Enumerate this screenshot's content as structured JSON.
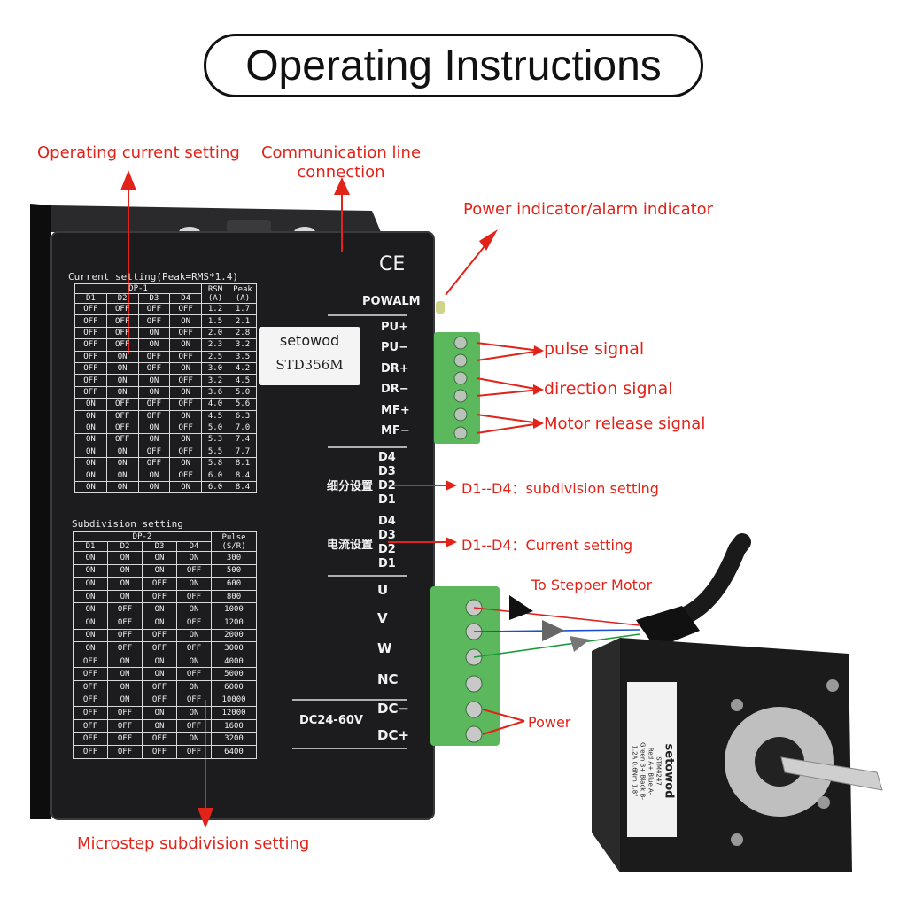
{
  "title": "Operating Instructions",
  "annotations": {
    "operating_current": "Operating current setting",
    "comm_line_1": "Communication line",
    "comm_line_2": "connection",
    "power_indicator": "Power indicator/alarm indicator",
    "pulse_signal": "pulse signal",
    "direction_signal": "direction signal",
    "motor_release": "Motor release signal",
    "subdivision_setting": "D1--D4：subdivision setting",
    "current_setting": "D1--D4：Current setting",
    "to_stepper_motor": "To Stepper Motor",
    "power": "Power",
    "microstep": "Microstep subdivision setting"
  },
  "driver": {
    "ce_mark": "CE",
    "brand": "setowod",
    "model": "STD356M",
    "pow_alm": "POWALM",
    "signal_terminals": [
      "PU+",
      "PU−",
      "DR+",
      "DR−",
      "MF+",
      "MF−"
    ],
    "subdiv_label": "细分设置",
    "current_label": "电流设置",
    "dip_subdiv": [
      "D4",
      "D3",
      "D2",
      "D1"
    ],
    "dip_current": [
      "D4",
      "D3",
      "D2",
      "D1"
    ],
    "power_terminals": [
      "U",
      "V",
      "W",
      "NC",
      "DC−",
      "DC+"
    ],
    "voltage": "DC24-60V",
    "current_table": {
      "title": "Current setting(Peak=RMS*1.4)",
      "group_header": "DP-1",
      "headers": [
        "D1",
        "D2",
        "D3",
        "D4"
      ],
      "rsm_header": "RSM (A)",
      "peak_header": "Peak (A)",
      "rows": [
        [
          "OFF",
          "OFF",
          "OFF",
          "OFF",
          "1.2",
          "1.7"
        ],
        [
          "OFF",
          "OFF",
          "OFF",
          "ON",
          "1.5",
          "2.1"
        ],
        [
          "OFF",
          "OFF",
          "ON",
          "OFF",
          "2.0",
          "2.8"
        ],
        [
          "OFF",
          "OFF",
          "ON",
          "ON",
          "2.3",
          "3.2"
        ],
        [
          "OFF",
          "ON",
          "OFF",
          "OFF",
          "2.5",
          "3.5"
        ],
        [
          "OFF",
          "ON",
          "OFF",
          "ON",
          "3.0",
          "4.2"
        ],
        [
          "OFF",
          "ON",
          "ON",
          "OFF",
          "3.2",
          "4.5"
        ],
        [
          "OFF",
          "ON",
          "ON",
          "ON",
          "3.6",
          "5.0"
        ],
        [
          "ON",
          "OFF",
          "OFF",
          "OFF",
          "4.0",
          "5.6"
        ],
        [
          "ON",
          "OFF",
          "OFF",
          "ON",
          "4.5",
          "6.3"
        ],
        [
          "ON",
          "OFF",
          "ON",
          "OFF",
          "5.0",
          "7.0"
        ],
        [
          "ON",
          "OFF",
          "ON",
          "ON",
          "5.3",
          "7.4"
        ],
        [
          "ON",
          "ON",
          "OFF",
          "OFF",
          "5.5",
          "7.7"
        ],
        [
          "ON",
          "ON",
          "OFF",
          "ON",
          "5.8",
          "8.1"
        ],
        [
          "ON",
          "ON",
          "ON",
          "OFF",
          "6.0",
          "8.4"
        ],
        [
          "ON",
          "ON",
          "ON",
          "ON",
          "6.0",
          "8.4"
        ]
      ]
    },
    "subdivision_table": {
      "title": "Subdivision setting",
      "group_header": "DP-2",
      "headers": [
        "D1",
        "D2",
        "D3",
        "D4"
      ],
      "pulse_header": "Pulse (S/R)",
      "rows": [
        [
          "ON",
          "ON",
          "ON",
          "ON",
          "300"
        ],
        [
          "ON",
          "ON",
          "ON",
          "OFF",
          "500"
        ],
        [
          "ON",
          "ON",
          "OFF",
          "ON",
          "600"
        ],
        [
          "ON",
          "ON",
          "OFF",
          "OFF",
          "800"
        ],
        [
          "ON",
          "OFF",
          "ON",
          "ON",
          "1000"
        ],
        [
          "ON",
          "OFF",
          "ON",
          "OFF",
          "1200"
        ],
        [
          "ON",
          "OFF",
          "OFF",
          "ON",
          "2000"
        ],
        [
          "ON",
          "OFF",
          "OFF",
          "OFF",
          "3000"
        ],
        [
          "OFF",
          "ON",
          "ON",
          "ON",
          "4000"
        ],
        [
          "OFF",
          "ON",
          "ON",
          "OFF",
          "5000"
        ],
        [
          "OFF",
          "ON",
          "OFF",
          "ON",
          "6000"
        ],
        [
          "OFF",
          "ON",
          "OFF",
          "OFF",
          "10000"
        ],
        [
          "OFF",
          "OFF",
          "ON",
          "ON",
          "12000"
        ],
        [
          "OFF",
          "OFF",
          "ON",
          "OFF",
          "1600"
        ],
        [
          "OFF",
          "OFF",
          "OFF",
          "ON",
          "3200"
        ],
        [
          "OFF",
          "OFF",
          "OFF",
          "OFF",
          "6400"
        ]
      ]
    }
  },
  "motor": {
    "brand": "setowod",
    "label_lines": [
      "STM4247",
      "Red A+ Blue A-",
      "Green B+ Black B-",
      "1.2A 0.6Nm 1.8°"
    ]
  },
  "colors": {
    "annotation_red": "#e2231a",
    "driver_body": "#1c1c1e",
    "terminal_green": "#5cb85c",
    "wire_red": "#e02020",
    "wire_blue": "#1a4fd0",
    "wire_green": "#1a9a3a"
  }
}
